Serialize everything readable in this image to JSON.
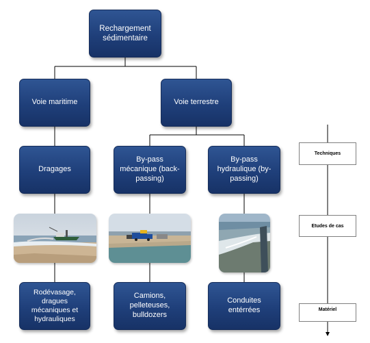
{
  "diagram": {
    "root": "Rechargement sédimentaire",
    "level1": {
      "maritime": "Voie maritime",
      "terrestre": "Voie terrestre"
    },
    "level2": {
      "dragages": "Dragages",
      "bypass_mecanique": "By-pass mécanique (back-passing)",
      "bypass_hydraulique": "By-pass hydraulique (by-passing)"
    },
    "photos": {
      "dredger_photo": "dredger-ship-photo",
      "trucks_photo": "construction-trucks-photo",
      "pipe_photo": "buried-pipe-photo"
    },
    "level4": {
      "rodevasage": "Rodévasage, dragues mécaniques et hydrauliques",
      "camions": "Camions, pelleteuses, bulldozers",
      "conduites": "Conduites entérrées"
    }
  },
  "legend": {
    "techniques": "Techniques",
    "etudes": "Etudes de cas",
    "materiel": "Matériel"
  },
  "colors": {
    "box": "#1f3f7a",
    "line": "#000000"
  }
}
